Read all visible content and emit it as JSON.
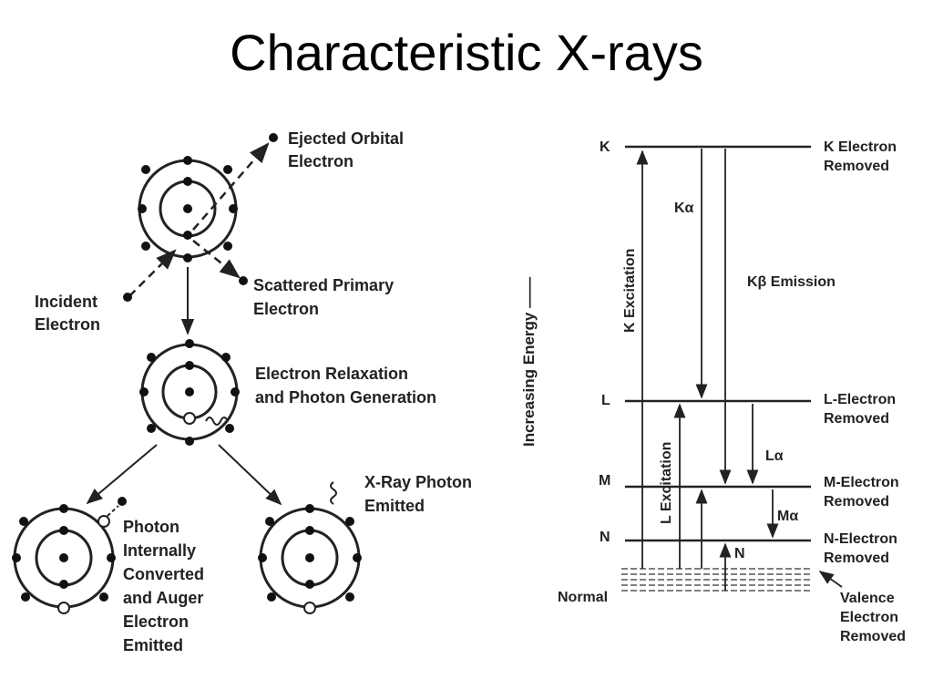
{
  "slide": {
    "title": "Characteristic X-rays"
  },
  "left_diagram": {
    "ejected_line1": "Ejected Orbital",
    "ejected_line2": "Electron",
    "incident_line1": "Incident",
    "incident_line2": "Electron",
    "scattered_line1": "Scattered Primary",
    "scattered_line2": "Electron",
    "relax_line1": "Electron Relaxation",
    "relax_line2": "and Photon Generation",
    "xray_line1": "X-Ray Photon",
    "xray_line2": "Emitted",
    "auger_lines": [
      "Photon",
      "Internally",
      "Converted",
      "and Auger",
      "Electron",
      "Emitted"
    ]
  },
  "right_diagram": {
    "level_k": "K",
    "level_l": "L",
    "level_m": "M",
    "level_n": "N",
    "level_normal": "Normal",
    "k_removed_1": "K Electron",
    "k_removed_2": "Removed",
    "l_removed_1": "L-Electron",
    "l_removed_2": "Removed",
    "m_removed_1": "M-Electron",
    "m_removed_2": "Removed",
    "n_removed_1": "N-Electron",
    "n_removed_2": "Removed",
    "valence_lines": [
      "Valence",
      "Electron",
      "Removed"
    ],
    "k_alpha": "Kα",
    "k_beta": "Kβ Emission",
    "l_alpha": "Lα",
    "m_alpha": "Mα",
    "n_label": "N",
    "k_excitation": "K Excitation",
    "l_excitation": "L Excitation",
    "energy_axis": "Increasing Energy ——"
  }
}
